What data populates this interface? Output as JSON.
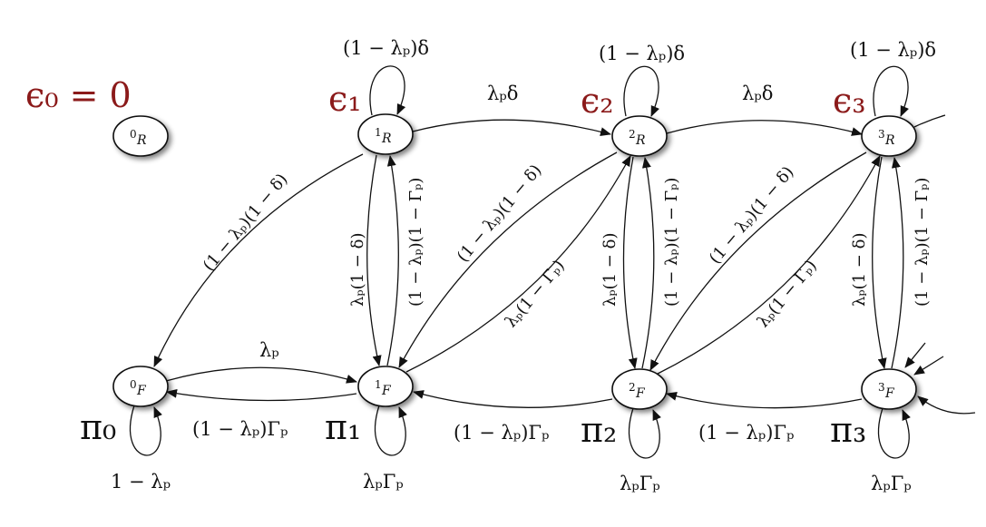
{
  "nodes": [
    {
      "id": "0R",
      "num": "0",
      "type": "R"
    },
    {
      "id": "1R",
      "num": "1",
      "type": "R"
    },
    {
      "id": "2R",
      "num": "2",
      "type": "R"
    },
    {
      "id": "3R",
      "num": "3",
      "type": "R"
    },
    {
      "id": "0F",
      "num": "0",
      "type": "F"
    },
    {
      "id": "1F",
      "num": "1",
      "type": "F"
    },
    {
      "id": "2F",
      "num": "2",
      "type": "F"
    },
    {
      "id": "3F",
      "num": "3",
      "type": "F"
    }
  ],
  "epsilon_labels": [
    "ϵ₀ = 0",
    "ϵ₁",
    "ϵ₂",
    "ϵ₃"
  ],
  "pi_labels": [
    "π₀",
    "π₁",
    "π₂",
    "π₃"
  ],
  "edge_labels": {
    "r_self": "(1 − λₚ)δ",
    "r_forward": "λₚδ",
    "r_to_f_down": "λₚ(1 − δ)",
    "f_to_r_up": "(1 − λₚ)(1 − Γₚ)",
    "r_to_prev_f": "(1 − λₚ)(1 − δ)",
    "f_to_next_r": "λₚ(1 − Γₚ)",
    "f_back": "(1 − λₚ)Γₚ",
    "f0_to_f1": "λₚ",
    "f0_self": "1 − λₚ",
    "f_self": "λₚΓₚ"
  }
}
